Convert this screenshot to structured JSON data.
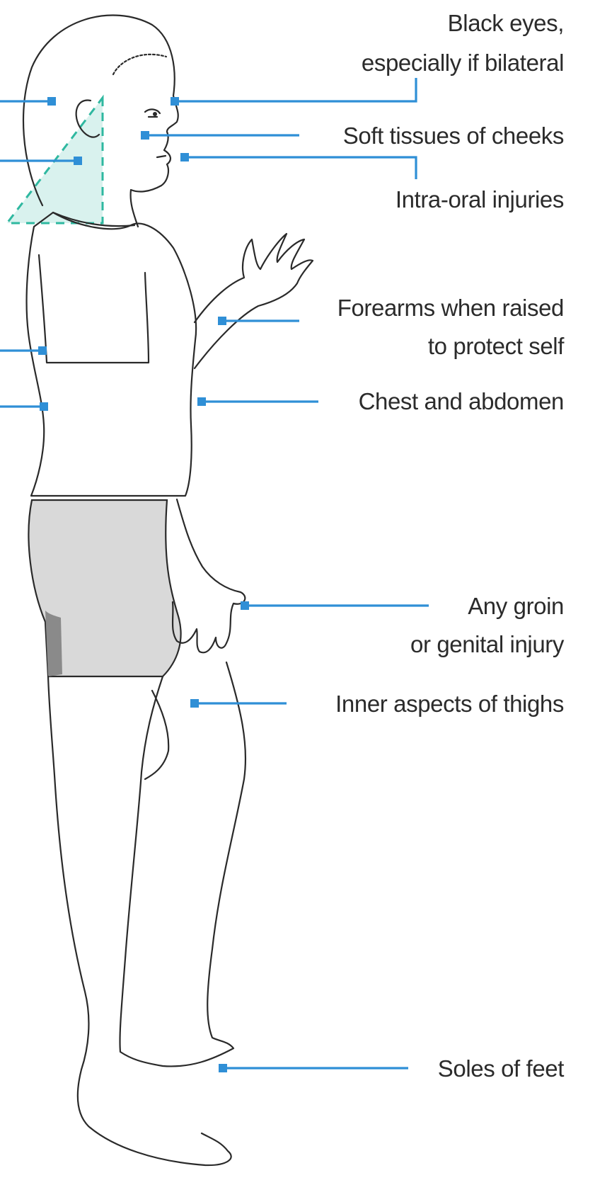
{
  "colors": {
    "accent": "#2f8fd6",
    "neck_zone": "#2fb8a0",
    "shorts": "#d9d9d9",
    "shorts_shadow": "#8a8a8a",
    "outline": "#2a2a2a"
  },
  "labels": {
    "black_eyes_1": "Black eyes,",
    "black_eyes_2": "especially if bilateral",
    "cheeks": "Soft tissues of cheeks",
    "intra_oral": "Intra-oral injuries",
    "forearms_1": "Forearms when raised",
    "forearms_2": "to protect self",
    "chest": "Chest and abdomen",
    "groin_1": "Any groin",
    "groin_2": "or genital injury",
    "thighs": "Inner aspects of thighs",
    "soles": "Soles of feet"
  }
}
